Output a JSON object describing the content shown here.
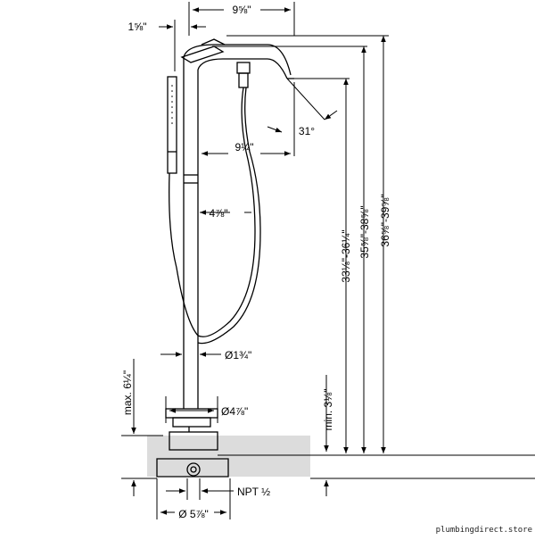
{
  "dimensions": {
    "spout_reach_top": "9⅝\"",
    "spout_offset": "1⅝\"",
    "spout_reach_inner": "9¼\"",
    "spout_angle": "31°",
    "hose_offset": "4⅞\"",
    "pipe_diameter": "Ø1¾\"",
    "base_plate_diameter": "Ø4⅞\"",
    "rough_in_diameter": "Ø 5⅞\"",
    "connection": "NPT ½",
    "max_depth": "max. 6¼\"",
    "min_height": "min. 3⅛\"",
    "height_spout": "33⅛\"-36¼\"",
    "height_outlet": "35⅝\"-38⅝\"",
    "height_total": "36⅝\"-39⅝\""
  },
  "watermark": "plumbingdirect.store"
}
